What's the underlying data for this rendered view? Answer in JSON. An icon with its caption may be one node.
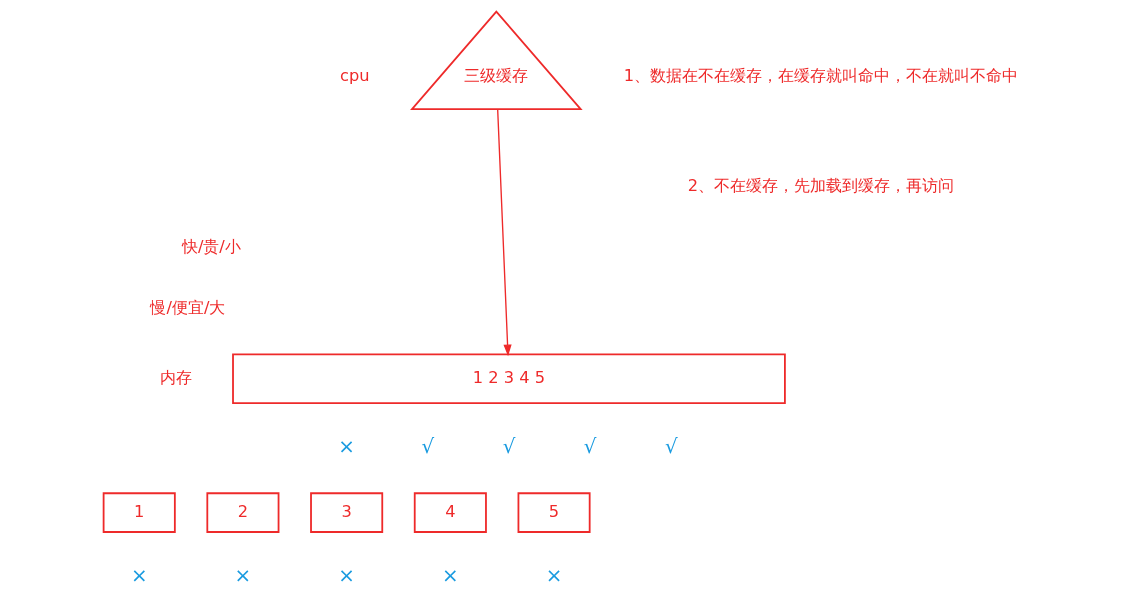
{
  "diagram": {
    "nodes": [
      {
        "text": [
          "三级缓存"
        ]
      },
      {
        "text": [
          "1 2 3 4 5"
        ]
      },
      {
        "text": [
          "1"
        ]
      },
      {
        "text": [
          "2"
        ]
      },
      {
        "text": [
          "3"
        ]
      },
      {
        "text": [
          "4"
        ]
      },
      {
        "text": [
          "5"
        ]
      }
    ],
    "edges": [
      {
        "from": 0,
        "to": 1,
        "arrow": "to"
      }
    ],
    "labels": [
      "cpu",
      "1、数据在不在缓存，在缓存就叫命中，不在就叫不命中",
      "2、不在缓存，先加载到缓存，再访问",
      "快/贵/小",
      "慢/便宜/大",
      "内存",
      "×",
      "√",
      "√",
      "√",
      "√",
      "×",
      "×",
      "×",
      "×",
      "×"
    ]
  }
}
